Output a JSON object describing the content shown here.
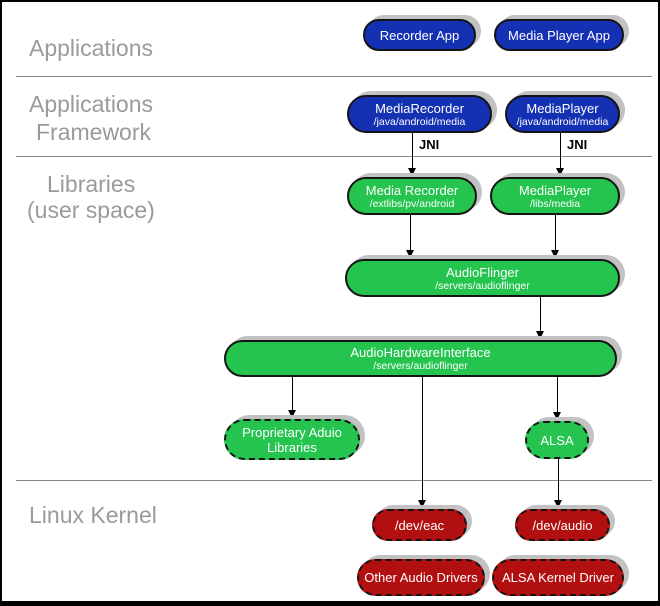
{
  "colors": {
    "blue": "#1531b3",
    "green": "#24c44e",
    "red": "#b20f10",
    "shadow": "#c2c2c2",
    "label": "#9a9a9a",
    "divider": "#8a8a8a"
  },
  "section_labels": {
    "applications": "Applications",
    "framework_line1": "Applications",
    "framework_line2": "Framework",
    "libraries_line1": "Libraries",
    "libraries_line2": "(user space)",
    "kernel": "Linux Kernel"
  },
  "nodes": {
    "recorder_app": {
      "title": "Recorder App"
    },
    "media_player_app": {
      "title": "Media Player App"
    },
    "media_recorder_fw": {
      "title": "MediaRecorder",
      "subtitle": "/java/android/media"
    },
    "media_player_fw": {
      "title": "MediaPlayer",
      "subtitle": "/java/android/media"
    },
    "media_recorder_lib": {
      "title": "Media Recorder",
      "subtitle": "/extlibs/pv/android"
    },
    "media_player_lib": {
      "title": "MediaPlayer",
      "subtitle": "/libs/media"
    },
    "audio_flinger": {
      "title": "AudioFlinger",
      "subtitle": "/servers/audioflinger"
    },
    "audio_hardware_interface": {
      "title": "AudioHardwareInterface",
      "subtitle": "/servers/audioflinger"
    },
    "proprietary_audio_libs": {
      "title": "Proprietary Aduio",
      "line2": "Libraries"
    },
    "alsa": {
      "title": "ALSA"
    },
    "dev_eac": {
      "title": "/dev/eac"
    },
    "dev_audio": {
      "title": "/dev/audio"
    },
    "other_audio_drivers": {
      "title": "Other Audio Drivers"
    },
    "alsa_kernel_driver": {
      "title": "ALSA Kernel Driver"
    }
  },
  "edge_labels": {
    "jni_recorder": "JNI",
    "jni_player": "JNI"
  }
}
